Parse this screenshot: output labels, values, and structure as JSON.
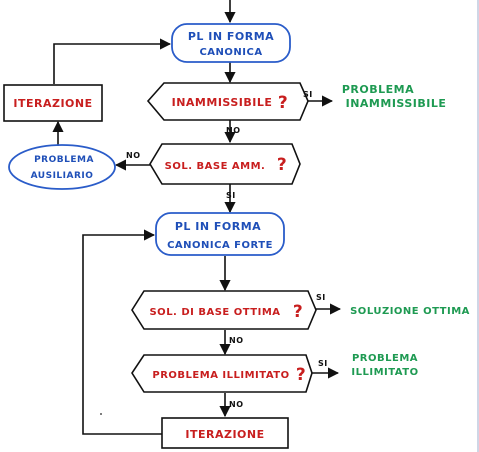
{
  "nodes": {
    "pl_canonica": [
      "PL IN FORMA",
      "CANONICA"
    ],
    "inammissibile": "INAMMISSIBILE",
    "problema_inammissibile": [
      "PROBLEMA",
      "INAMMISSIBILE"
    ],
    "iterazione_top": "ITERAZIONE",
    "problema_ausiliario": [
      "PROBLEMA",
      "AUSILIARIO"
    ],
    "sol_base_amm": "SOL. BASE AMM.",
    "pl_canonica_forte": [
      "PL IN FORMA",
      "CANONICA FORTE"
    ],
    "sol_base_ottima": "SOL. DI BASE OTTIMA",
    "soluzione_ottima": "SOLUZIONE OTTIMA",
    "problema_illimitato": "PROBLEMA ILLIMITATO",
    "illimitato_result": [
      "PROBLEMA",
      "ILLIMITATO"
    ],
    "iterazione_bottom": "ITERAZIONE"
  },
  "question_mark": "?",
  "labels": {
    "si": "SI",
    "no": "NO"
  },
  "colors": {
    "process_stroke": "#2a5cc9",
    "process_text": "#1f4fb8",
    "decision_text": "#c81e1e",
    "result_text": "#1e9a52",
    "box_stroke": "#111111"
  }
}
